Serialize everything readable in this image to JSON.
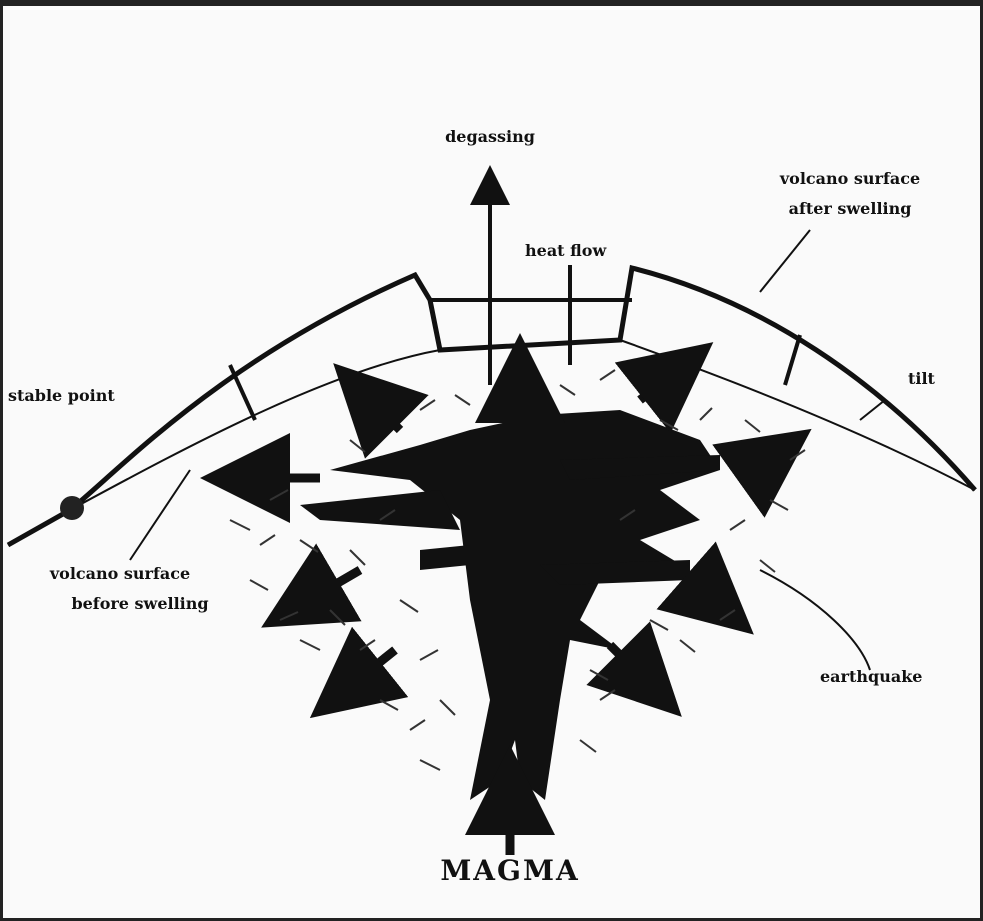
{
  "labels": {
    "degassing": "degassing",
    "heat_flow": "heat flow",
    "surface_after_line1": "volcano surface",
    "surface_after_line2": "after swelling",
    "tilt": "tilt",
    "stable_point": "stable point",
    "surface_before_line1": "volcano surface",
    "surface_before_line2": "before swelling",
    "earthquake": "earthquake",
    "magma": "MAGMA"
  },
  "colors": {
    "ink": "#111111",
    "paper": "#fafafa",
    "fracture": "#333333"
  }
}
